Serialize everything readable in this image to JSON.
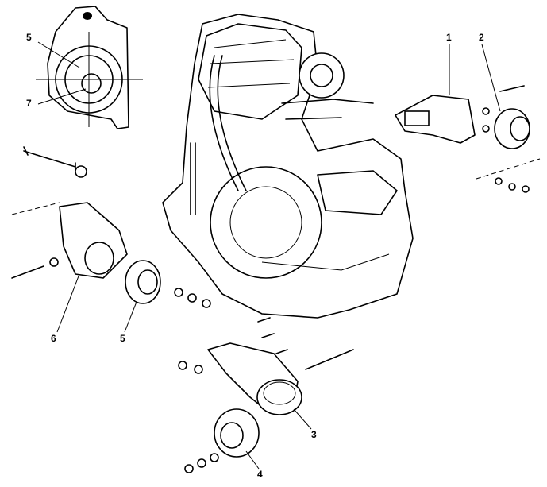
{
  "diagram": {
    "callouts": [
      {
        "id": "mount-bracket-right",
        "label": "1"
      },
      {
        "id": "rubber-cushion-right",
        "label": "2"
      },
      {
        "id": "rear-bracket",
        "label": "3"
      },
      {
        "id": "rear-cushion",
        "label": "4"
      },
      {
        "id": "left-cushion",
        "label": "5"
      },
      {
        "id": "left-bracket",
        "label": "6"
      },
      {
        "id": "inset-cushion",
        "label": "5"
      },
      {
        "id": "inset-marker",
        "label": "7"
      }
    ]
  }
}
